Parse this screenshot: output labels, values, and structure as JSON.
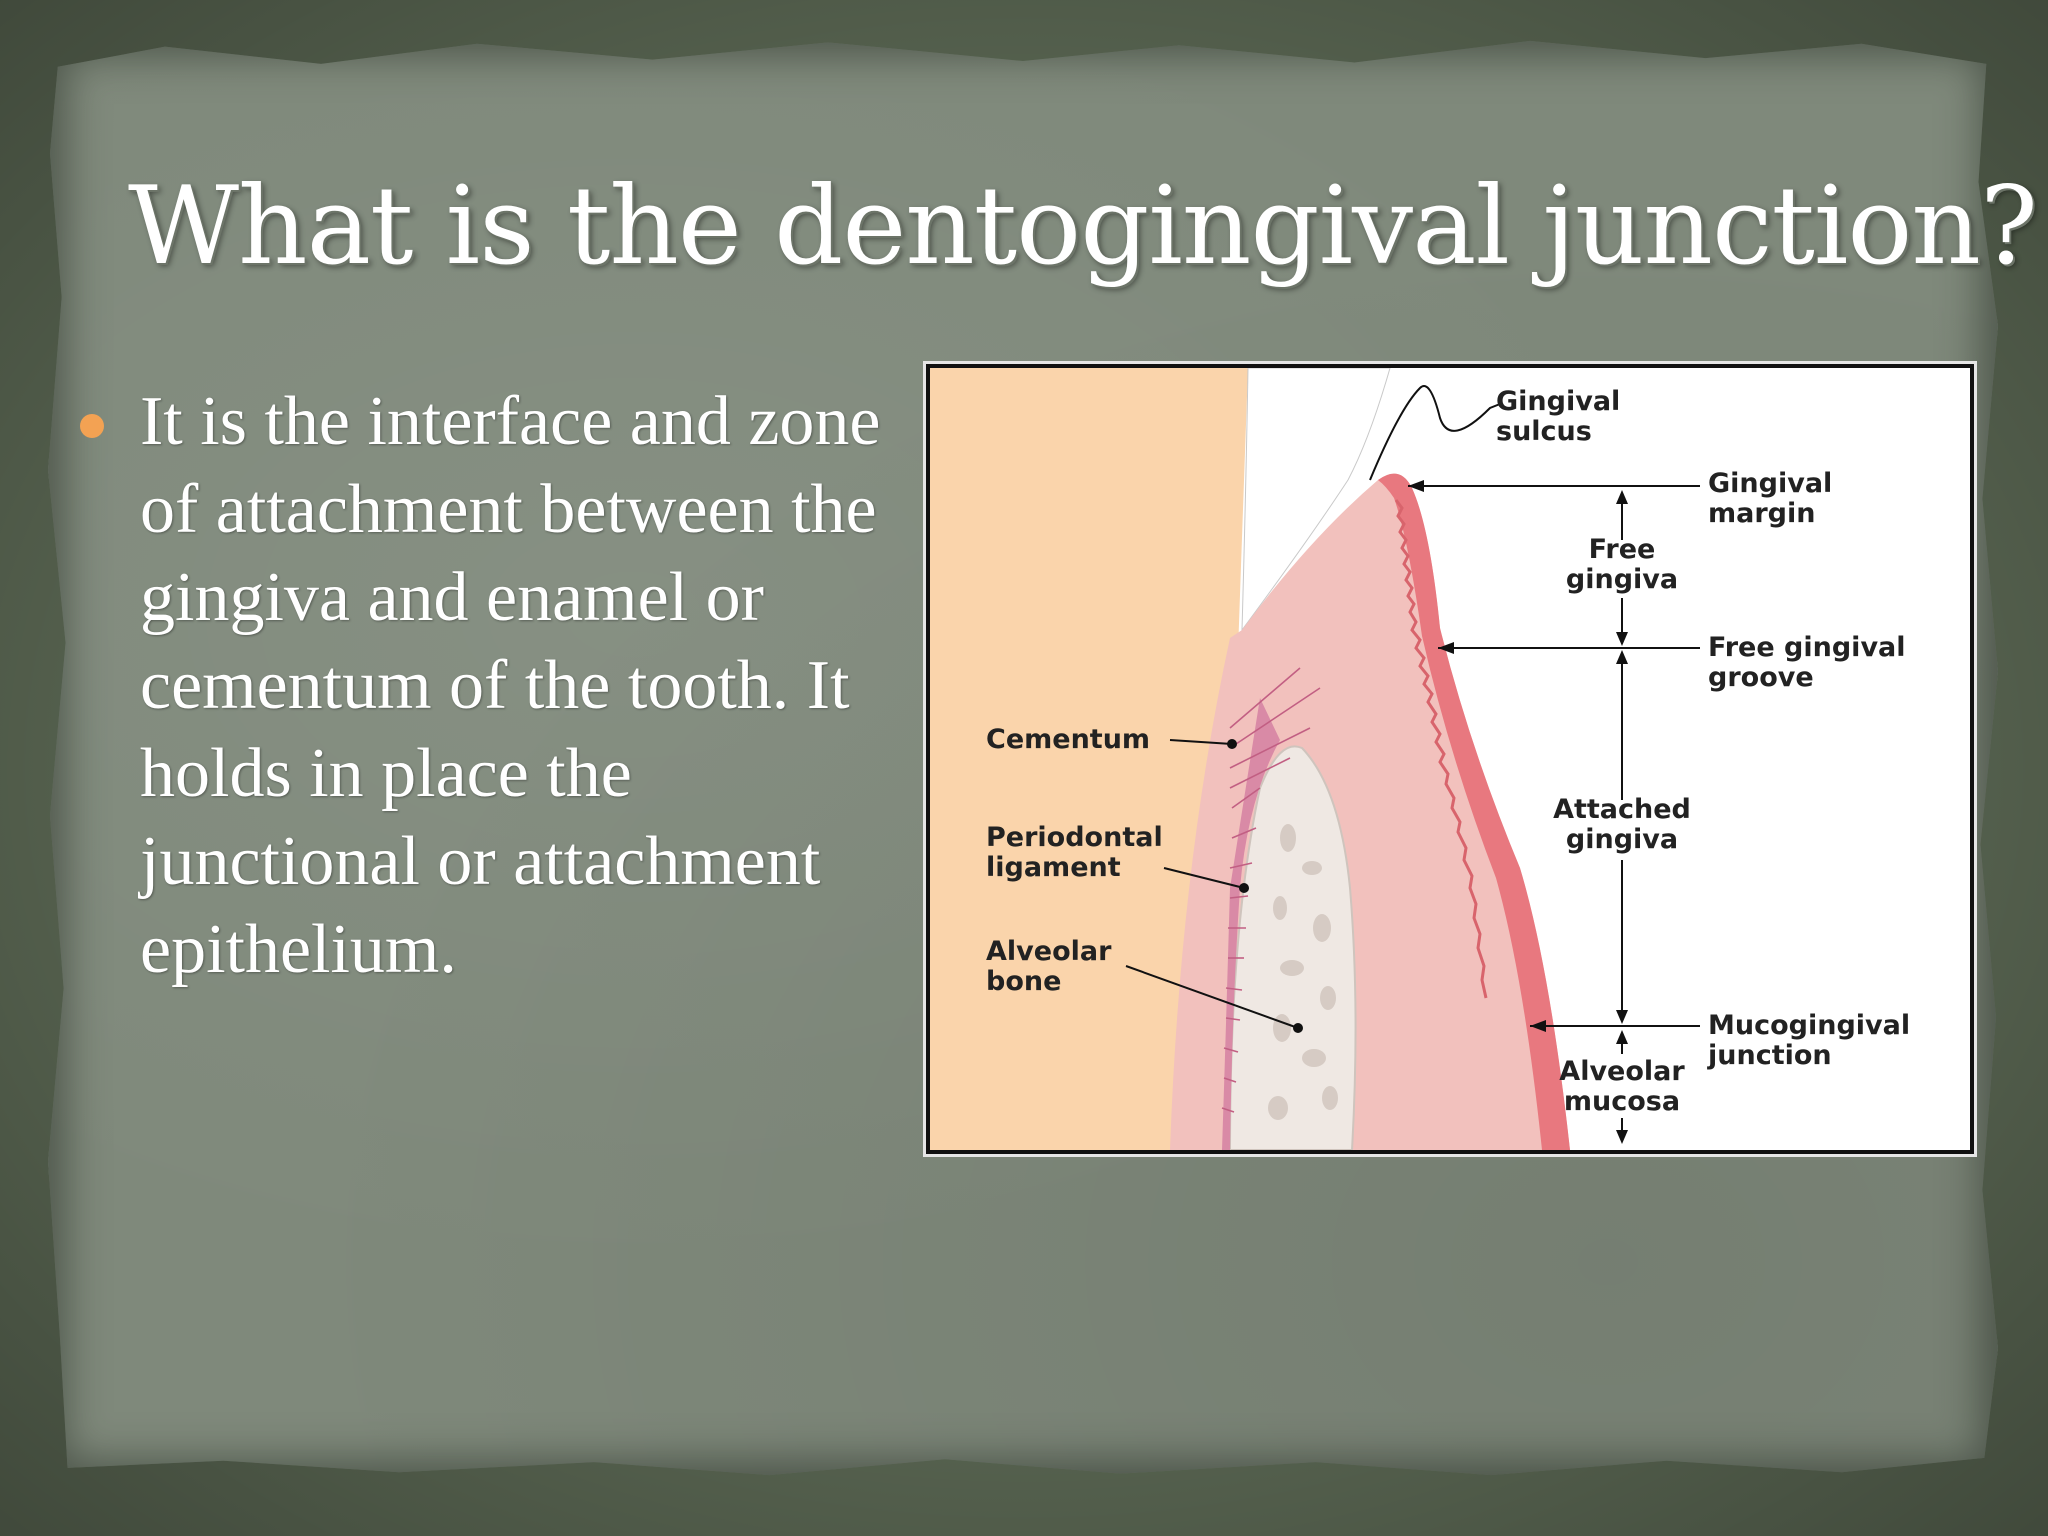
{
  "slide": {
    "title": "What is the dentogingival junction?",
    "bullet_text": "It is the interface and zone of attachment between the gingiva and enamel or cementum of the tooth. It holds in place the junctional or attachment epithelium.",
    "bullet_color": "#f3a253",
    "background_color": "#7f897b"
  },
  "figure": {
    "labels": {
      "gingival_sulcus_1": "Gingival",
      "gingival_sulcus_2": "sulcus",
      "gingival_margin_1": "Gingival",
      "gingival_margin_2": "margin",
      "free_gingiva_1": "Free",
      "free_gingiva_2": "gingiva",
      "free_gingival_groove_1": "Free gingival",
      "free_gingival_groove_2": "groove",
      "cementum": "Cementum",
      "attached_gingiva_1": "Attached",
      "attached_gingiva_2": "gingiva",
      "periodontal_ligament_1": "Periodontal",
      "periodontal_ligament_2": "ligament",
      "alveolar_bone_1": "Alveolar",
      "alveolar_bone_2": "bone",
      "mucogingival_junction_1": "Mucogingival",
      "mucogingival_junction_2": "junction",
      "alveolar_mucosa_1": "Alveolar",
      "alveolar_mucosa_2": "mucosa"
    },
    "colors": {
      "dentin": "#fad4ab",
      "gingiva": "#f2c1bd",
      "epithelium": "#e8787f",
      "bone": "#efe8e3",
      "ligament": "#d98aa6"
    }
  }
}
